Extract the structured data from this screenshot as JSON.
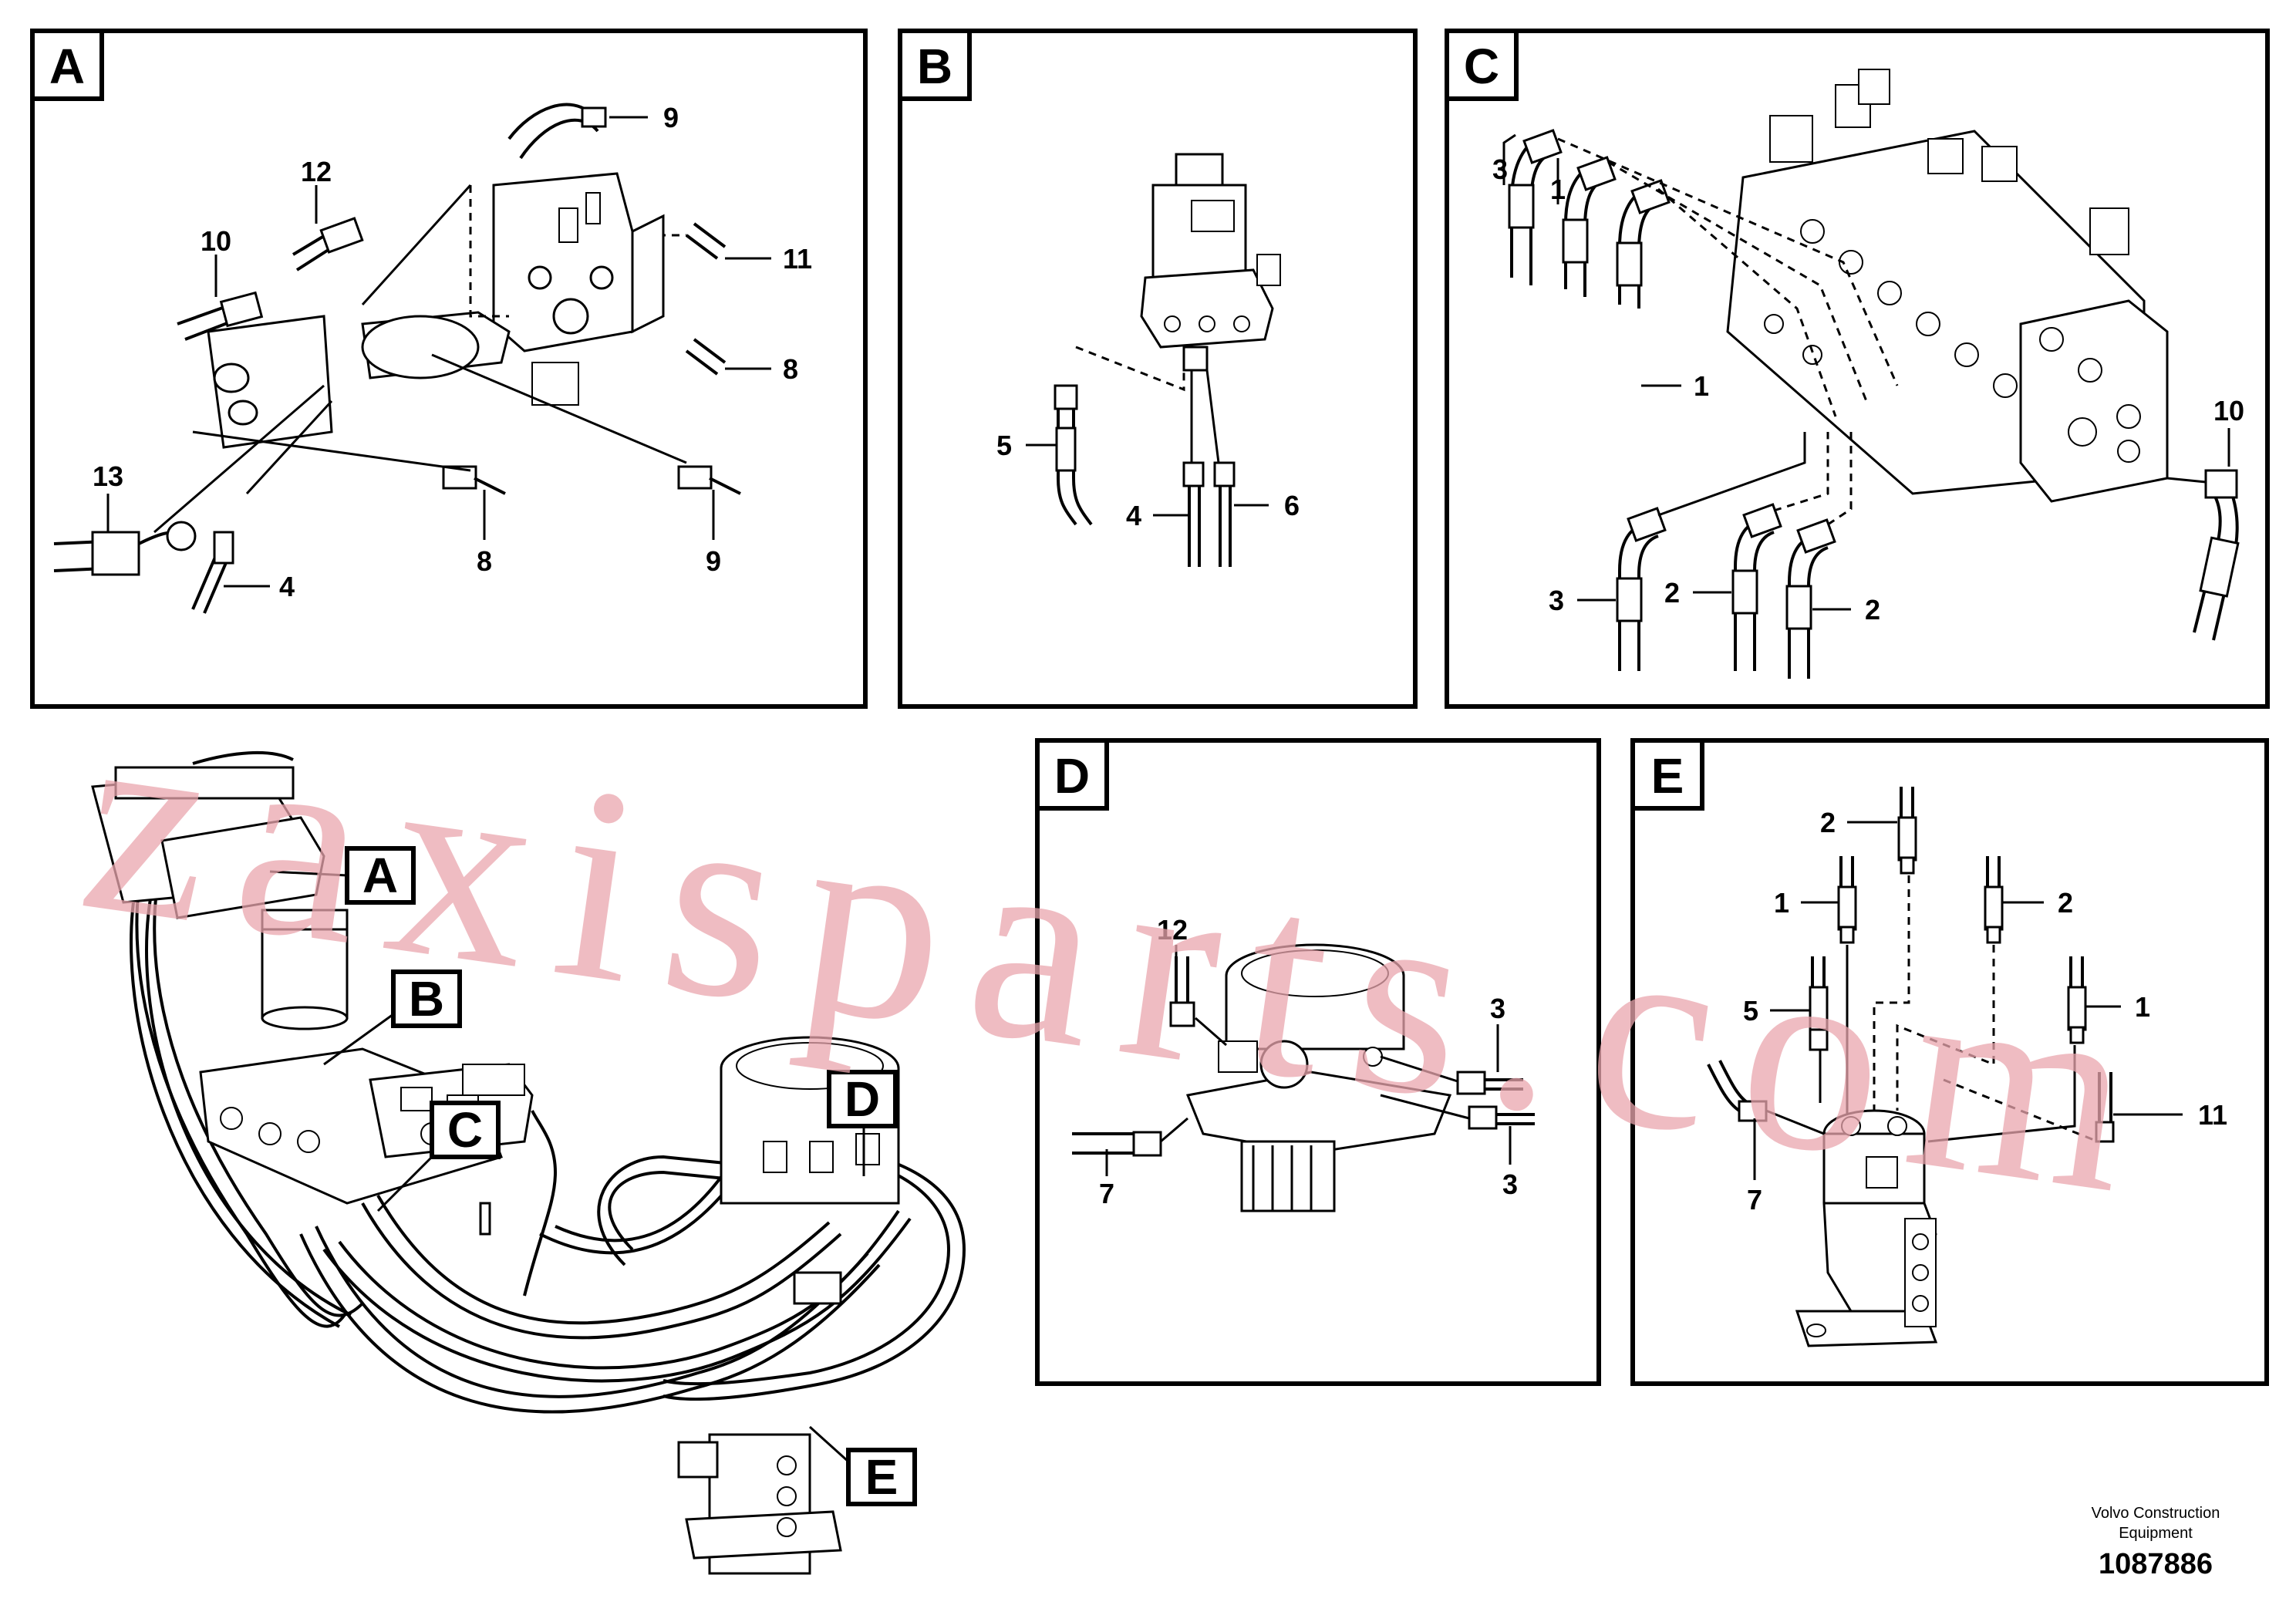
{
  "panels": [
    {
      "id": "A",
      "label": "A",
      "callouts": [
        "9",
        "12",
        "10",
        "11",
        "8",
        "13",
        "8",
        "9",
        "4"
      ]
    },
    {
      "id": "B",
      "label": "B",
      "callouts": [
        "5",
        "4",
        "6"
      ]
    },
    {
      "id": "C",
      "label": "C",
      "callouts": [
        "3",
        "1",
        "1",
        "10",
        "3",
        "2",
        "2"
      ]
    },
    {
      "id": "D",
      "label": "D",
      "callouts": [
        "12",
        "3",
        "7",
        "3"
      ]
    },
    {
      "id": "E",
      "label": "E",
      "callouts": [
        "2",
        "1",
        "2",
        "5",
        "1",
        "11",
        "7"
      ]
    }
  ],
  "overview": {
    "tags": [
      "A",
      "B",
      "C",
      "D",
      "E"
    ]
  },
  "watermark": "zaxisparts.com",
  "footer": {
    "brand_line1": "Volvo Construction",
    "brand_line2": "Equipment",
    "drawing_number": "1087886"
  }
}
